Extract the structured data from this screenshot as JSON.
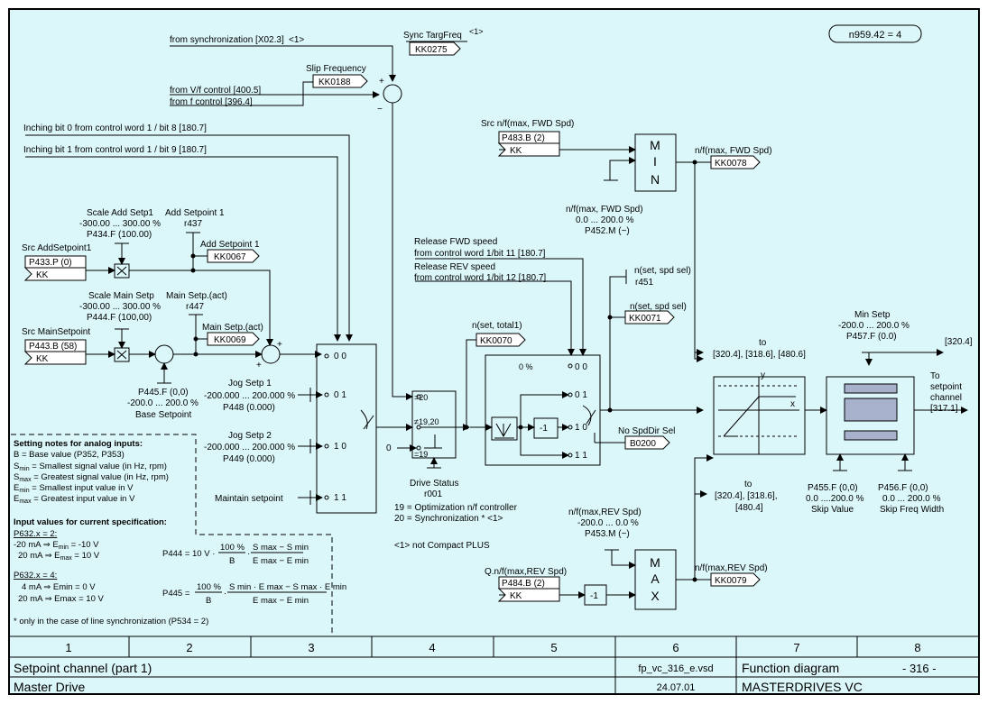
{
  "colors": {
    "background": "#dcf7fa",
    "line": "#000000",
    "bar": "#a7b1cc",
    "white": "#ffffff"
  },
  "badge": "n959.42 = 4",
  "sync": {
    "from": "from synchronization [X02.3]",
    "note_ref": "<1>",
    "title": "Sync TargFreq",
    "connector": "KK0275"
  },
  "slip": {
    "title": "Slip Frequency",
    "connector": "KK0188",
    "vf": "from V/f control [400.5]",
    "f": "from f control [396.4]",
    "plus": "+",
    "minus": "−"
  },
  "inching": {
    "bit0": "Inching bit 0 from control word 1 / bit 8 [180.7]",
    "bit1": "Inching bit 1 from control word 1 / bit 9 [180.7]"
  },
  "add": {
    "scale_title": "Scale Add Setp1",
    "scale_range": "-300.00 ... 300.00 %",
    "scale_param": "P434.F (100.00)",
    "setp_title": "Add Setpoint 1",
    "setp_r": "r437",
    "setp_label": "Add Setpoint 1",
    "connector": "KK0067",
    "src_title": "Src AddSetpoint1",
    "src_param": "P433.P (0)",
    "kk": "KK"
  },
  "main": {
    "scale_title": "Scale Main Setp",
    "scale_range": "-300.00 ... 300.00 %",
    "scale_param": "P444.F (100,00)",
    "act_title": "Main Setp.(act)",
    "act_r": "r447",
    "act_label": "Main Setp.(act)",
    "connector": "KK0069",
    "src_title": "Src MainSetpoint",
    "src_param": "P443.B (58)",
    "kk": "KK",
    "base_param": "P445.F (0,0)",
    "base_range": "-200.0 ... 200.0 %",
    "base_title": "Base Setpoint"
  },
  "jog": {
    "jog1_title": "Jog Setp 1",
    "jog1_range": "-200.000 ... 200.000 %",
    "jog1_param": "P448 (0.000)",
    "jog2_title": "Jog Setp 2",
    "jog2_range": "-200.000 ... 200.000 %",
    "jog2_param": "P449 (0.000)",
    "maintain": "Maintain setpoint"
  },
  "selector": {
    "s00": "0 0",
    "s01": "0 1",
    "s10": "1 0",
    "s11": "1 1"
  },
  "drive": {
    "eq20": "=20",
    "eq1920": "≠19,20",
    "eq19": "=19",
    "zero": "0",
    "status_title": "Drive Status",
    "status_r": "r001",
    "note19": "19 = Optimization n/f controller",
    "note20": "20 = Synchronization * <1>",
    "note1": "<1> not Compact PLUS"
  },
  "total": {
    "title": "n(set, total1)",
    "connector": "KK0070"
  },
  "release": {
    "fwd1": "Release FWD speed",
    "fwd2": "from control word 1/bit 11 [180.7]",
    "rev1": "Release REV speed",
    "rev2": "from control word 1/bit 12 [180.7]"
  },
  "dir": {
    "pct": "0 %",
    "s00": "0 0",
    "s01": "0 1",
    "s10": "1 0",
    "s11": "1 1",
    "neg": "-1"
  },
  "nset": {
    "title1": "n(set, spd sel)",
    "r": "r451",
    "title2": "n(set, spd sel)",
    "connector": "KK0071"
  },
  "nospd": {
    "title": "No SpdDir Sel",
    "connector": "B0200"
  },
  "min": {
    "src_title": "Src n/f(max, FWD Spd)",
    "src_param": "P483.B (2)",
    "kk": "KK",
    "letters": "MIN",
    "out_title": "n/f(max, FWD Spd)",
    "out_connector": "KK0078",
    "p_title": "n/f(max, FWD Spd)",
    "p_range": "0.0 ... 200.0 %",
    "p_param": "P452.M (~)"
  },
  "max": {
    "src_title": "Q.n/f(max,REV Spd)",
    "src_param": "P484.B (2)",
    "kk": "KK",
    "neg": "-1",
    "letters": "MAX",
    "out_title": "n/f(max,REV Spd)",
    "out_connector": "KK0079",
    "p_title": "n/f(max,REV Spd)",
    "p_range": "-200.0 ... 0.0 %",
    "p_param": "P453.M (~)"
  },
  "limiter": {
    "to_title": "to",
    "to_refs": "[320.4], [318.6], [480.6]",
    "to2_title": "to",
    "to2_refs1": "[320.4], [318.6],",
    "to2_refs2": "[480.4]",
    "y": "y",
    "x": "x"
  },
  "minsetp": {
    "title": "Min Setp",
    "range": "-200.0 ... 200.0 %",
    "param": "P457.F (0.0)",
    "ref": "[320.4]"
  },
  "skip": {
    "p1": "P455.F (0,0)",
    "r1": "0.0 ....200.0 %",
    "t1": "Skip Value",
    "p2": "P456.F (0,0)",
    "r2": "0.0 ... 200.0 %",
    "t2": "Skip Freq Width"
  },
  "tochannel": {
    "l1": "To",
    "l2": "setpoint",
    "l3": "channel",
    "l4": "[317.1]"
  },
  "notes": {
    "title": "Setting notes for  analog inputs:",
    "b": "B = Base value (P352, P353)",
    "smin_a": "S",
    "smin_b": "min",
    "smin_c": " = Smallest signal value (in Hz, rpm)",
    "smax_a": "S",
    "smax_b": "max",
    "smax_c": " = Greatest signal value (in Hz, rpm)",
    "emin_a": "E",
    "emin_b": "min",
    "emin_c": " = Smallest input value in V",
    "emax_a": "E",
    "emax_b": "max",
    "emax_c": " = Greatest input value in V",
    "input_title": "Input values for current specification:",
    "p632_2": "P632.x = 2:",
    "l1_a": "-20 mA ⇒  E",
    "l1_b": "min",
    "l1_c": " = -10 V",
    "l2_a": "20 mA ⇒  E",
    "l2_b": "max",
    "l2_c": " = 10 V",
    "p632_4": "P632.x = 4:",
    "l3": "4 mA ⇒  Emin  =   0 V",
    "l4": "20 mA ⇒  Emax  =  10 V",
    "footnote": "* only in the case of line synchronization (P534 = 2)",
    "f1_lhs": "P444 = 10 V ·",
    "f1_n1": "100 %",
    "f1_d1": "B",
    "f1_n2": "S max − S min",
    "f1_d2": "E max − E min",
    "f2_lhs": "P445 =",
    "f2_n1": "100 %",
    "f2_d1": "B",
    "f2_n2": "S min · E max − S max · E min",
    "f2_d2": "E max − E min"
  },
  "footer": {
    "cols": [
      "1",
      "2",
      "3",
      "4",
      "5",
      "6",
      "7",
      "8"
    ],
    "title": "Setpoint channel (part 1)",
    "file": "fp_vc_316_e.vsd",
    "ftype": "Function diagram",
    "sheet": "- 316 -",
    "product": "Master Drive",
    "date": "24.07.01",
    "brand": "MASTERDRIVES VC"
  }
}
